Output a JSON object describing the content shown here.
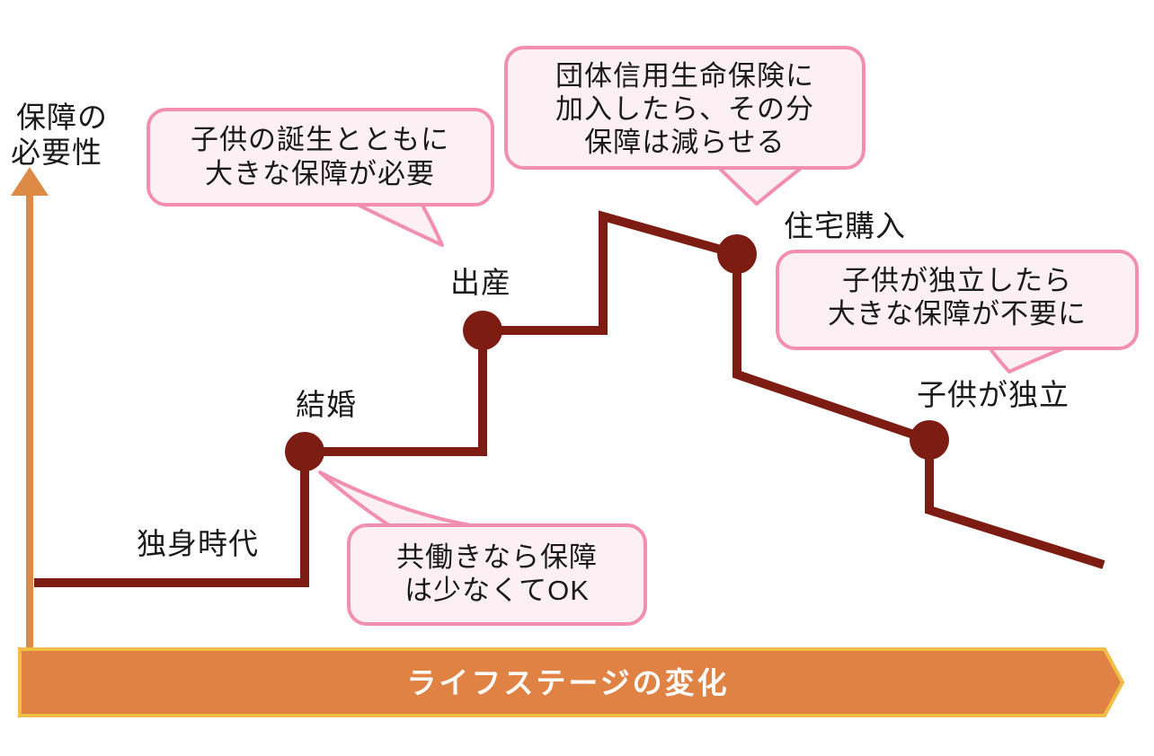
{
  "y_axis": {
    "label_lines": [
      "保障の",
      "必要性"
    ]
  },
  "banner": {
    "label": "ライフステージの変化"
  },
  "stages": [
    {
      "label": "独身時代"
    },
    {
      "label": "結婚"
    },
    {
      "label": "出産"
    },
    {
      "label": "住宅購入"
    },
    {
      "label": "子供が独立"
    }
  ],
  "callouts": [
    {
      "name": "birth-callout",
      "lines": [
        "子供の誕生とともに",
        "大きな保障が必要"
      ]
    },
    {
      "name": "mortgage-callout",
      "lines": [
        "団体信用生命保険に",
        "加入したら、その分",
        "保障は減らせる"
      ]
    },
    {
      "name": "independence-callout",
      "lines": [
        "子供が独立したら",
        "大きな保障が不要に"
      ]
    },
    {
      "name": "dual-income-callout",
      "lines": [
        "共働きなら保障",
        "は少なくてOK"
      ]
    }
  ],
  "colors": {
    "step_line": "#7D1C13",
    "event_dot": "#7D1C13",
    "bubble_border": "#F28FB0",
    "bubble_fill": "#FDF0F5",
    "axis_arrow": "#DC8A46",
    "banner_fill": "#DF8244",
    "banner_border": "#F0BE45",
    "banner_text": "#FFFFFF",
    "label_text": "#1A1A1A"
  }
}
